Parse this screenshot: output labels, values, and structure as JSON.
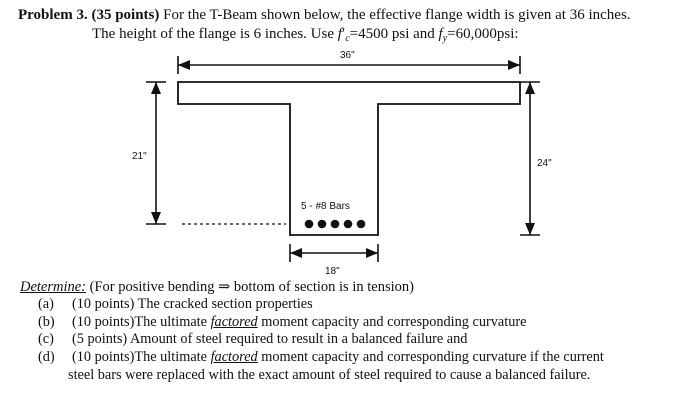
{
  "header": {
    "problem_label": "Problem 3. (35 points)",
    "line1_rest": "For the T-Beam shown below, the effective flange width is given at 36 inches.",
    "line2_a": "The height of the flange is 6 inches. Use ",
    "fc_symbol": "f",
    "fc_prime": "′",
    "fc_sub": "c",
    "fc_value": "=4500 psi and ",
    "fy_symbol": "f",
    "fy_sub": "y",
    "fy_value": "=60,000psi:"
  },
  "figure": {
    "flange_width_label": "36\"",
    "left_height_label": "21\"",
    "right_height_label": "24\"",
    "bars_label": "5 - #8 Bars",
    "web_width_label": "18\""
  },
  "determine": {
    "label": "Determine:",
    "intro_a": " (For positive bending ",
    "arrow": "⇒",
    "intro_b": " bottom of section is in tension)",
    "items": [
      {
        "letter": "(a)",
        "text_a": "(10 points) The cracked section properties",
        "emph": "",
        "text_b": ""
      },
      {
        "letter": "(b)",
        "text_a": "(10 points)The ultimate ",
        "emph": "factored",
        "text_b": " moment capacity and corresponding curvature"
      },
      {
        "letter": "(c)",
        "text_a": "(5 points) Amount of steel required to result in a balanced failure and",
        "emph": "",
        "text_b": ""
      },
      {
        "letter": "(d)",
        "text_a": "(10 points)The ultimate ",
        "emph": "factored",
        "text_b": " moment capacity and corresponding curvature if the current"
      }
    ],
    "item_d_cont": "steel bars were replaced with the exact amount of steel required to cause a balanced failure."
  }
}
